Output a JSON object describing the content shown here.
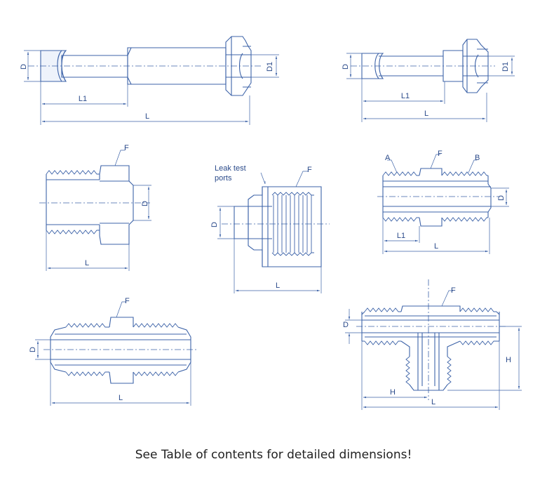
{
  "caption": "See Table of contents for detailed dimensions!",
  "colors": {
    "line": "#3d63a8",
    "text": "#2a4a8a",
    "caption": "#222222"
  },
  "labels": {
    "d": "D",
    "d1": "D1",
    "l": "L",
    "l1": "L1",
    "f": "F",
    "a": "A",
    "b": "B",
    "h": "H",
    "leak1": "Leak test",
    "leak2": "ports"
  }
}
